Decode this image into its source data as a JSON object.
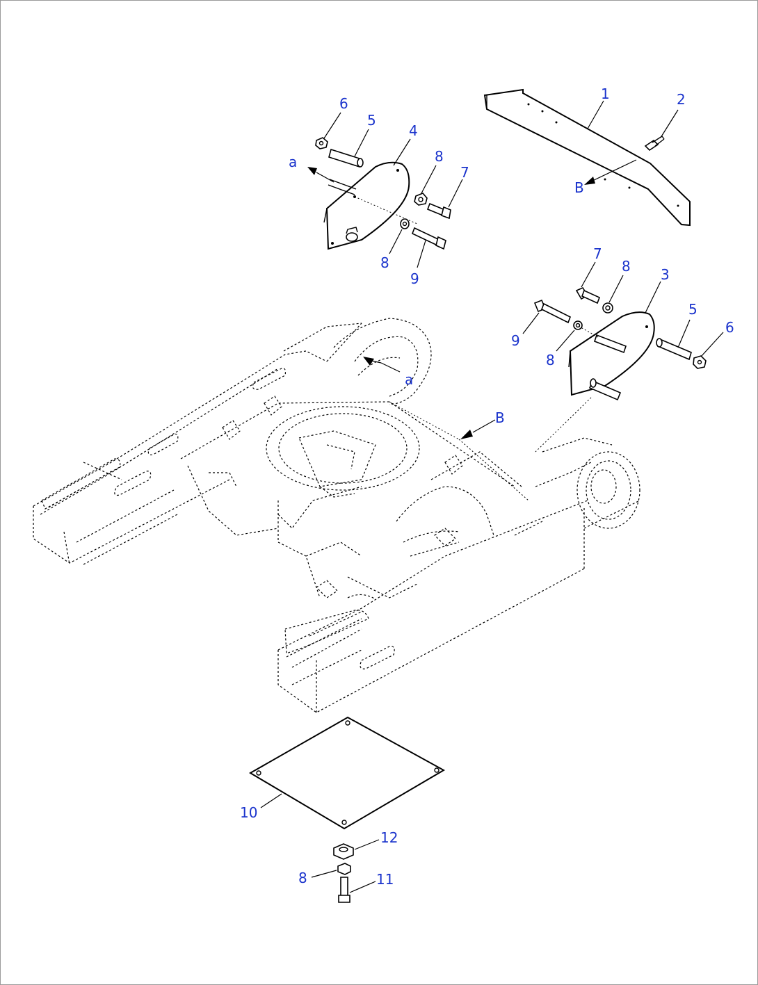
{
  "callouts": [
    {
      "id": "label-1",
      "text": "1"
    },
    {
      "id": "label-2",
      "text": "2"
    },
    {
      "id": "label-b-top",
      "text": "B"
    },
    {
      "id": "label-6-left",
      "text": "6"
    },
    {
      "id": "label-5-left",
      "text": "5"
    },
    {
      "id": "label-4",
      "text": "4"
    },
    {
      "id": "label-a-top",
      "text": "a"
    },
    {
      "id": "label-8-upper-left",
      "text": "8"
    },
    {
      "id": "label-7-left",
      "text": "7"
    },
    {
      "id": "label-8-lower-left",
      "text": "8"
    },
    {
      "id": "label-9-left",
      "text": "9"
    },
    {
      "id": "label-7-right",
      "text": "7"
    },
    {
      "id": "label-8-upper-right",
      "text": "8"
    },
    {
      "id": "label-3",
      "text": "3"
    },
    {
      "id": "label-9-right",
      "text": "9"
    },
    {
      "id": "label-5-right",
      "text": "5"
    },
    {
      "id": "label-6-right",
      "text": "6"
    },
    {
      "id": "label-8-lower-right",
      "text": "8"
    },
    {
      "id": "label-a-frame",
      "text": "a"
    },
    {
      "id": "label-b-frame",
      "text": "B"
    },
    {
      "id": "label-10",
      "text": "10"
    },
    {
      "id": "label-12",
      "text": "12"
    },
    {
      "id": "label-8-bottom",
      "text": "8"
    },
    {
      "id": "label-11",
      "text": "11"
    }
  ],
  "colors": {
    "label": "#1a33cc",
    "line": "#000000",
    "frame_border": "#9a9a9a"
  }
}
